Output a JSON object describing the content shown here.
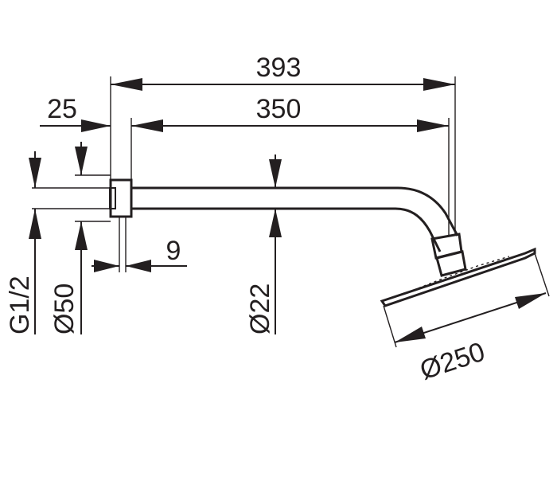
{
  "dimensions": {
    "overall_length": "393",
    "arm_length": "350",
    "flange_depth": "25",
    "flange_thickness": "9",
    "thread_size": "G1/2",
    "flange_diameter": "Ø50",
    "arm_diameter": "Ø22",
    "head_diameter": "Ø250"
  }
}
